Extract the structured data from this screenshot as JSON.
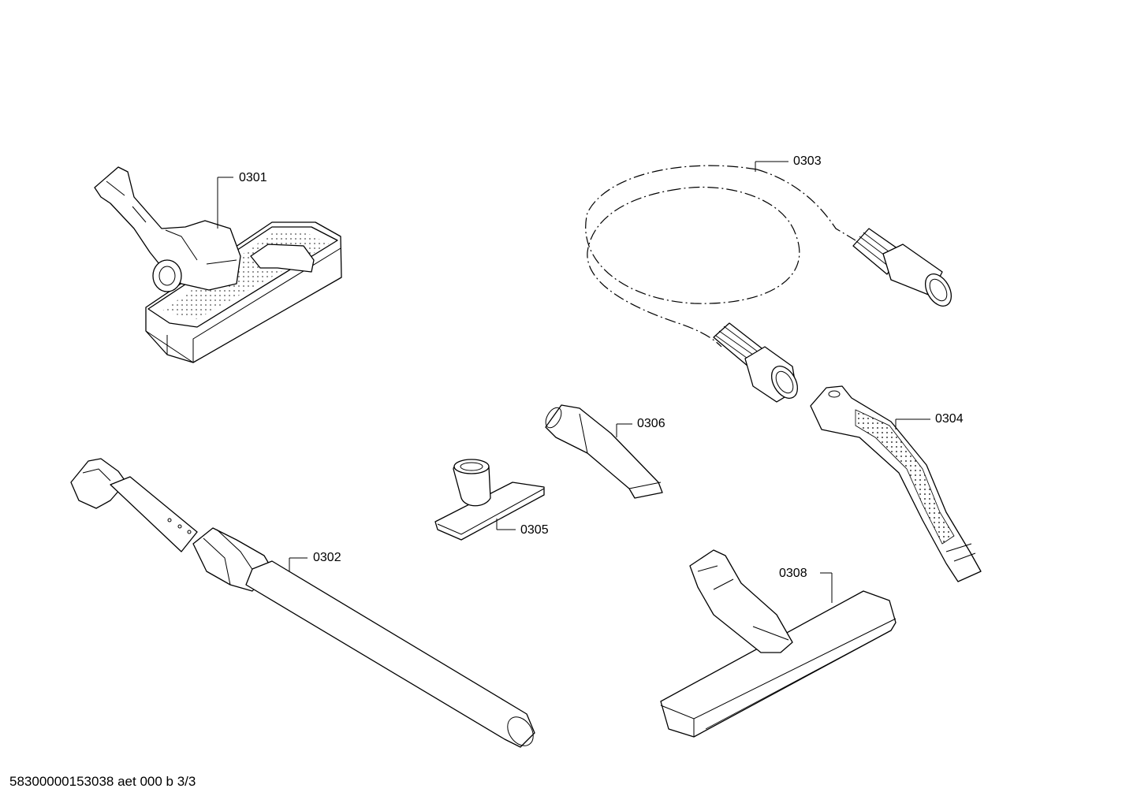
{
  "parts": [
    {
      "id": "0301",
      "label": "0301"
    },
    {
      "id": "0302",
      "label": "0302"
    },
    {
      "id": "0303",
      "label": "0303"
    },
    {
      "id": "0304",
      "label": "0304"
    },
    {
      "id": "0305",
      "label": "0305"
    },
    {
      "id": "0306",
      "label": "0306"
    },
    {
      "id": "0308",
      "label": "0308"
    }
  ],
  "footer": {
    "text": "58300000153038 aet 000 b 3/3"
  }
}
